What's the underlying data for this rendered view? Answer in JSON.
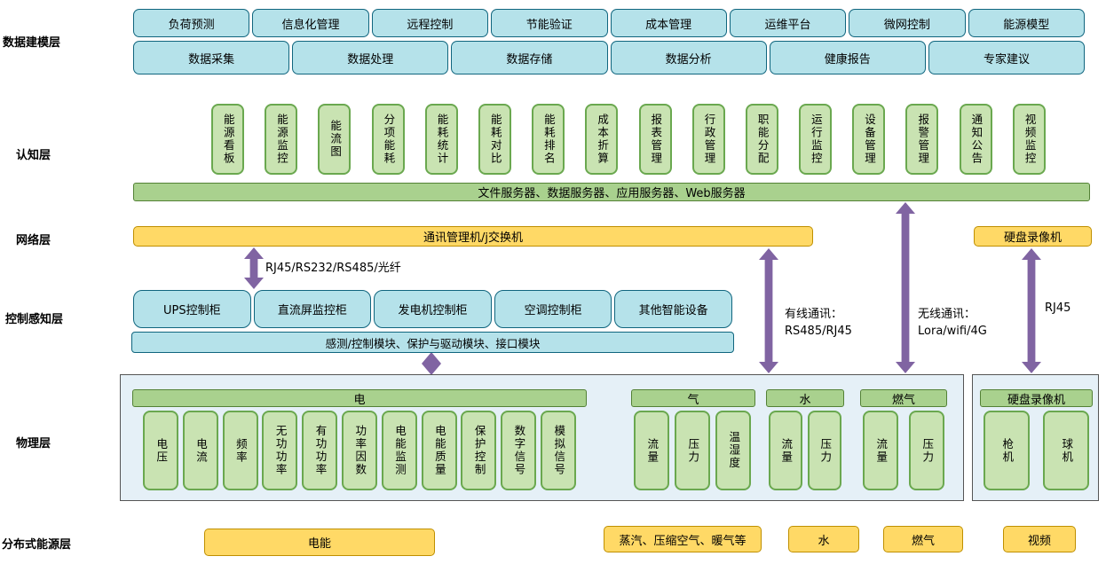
{
  "layers": {
    "modeling": {
      "label": "数据建模层",
      "row1": [
        "负荷预测",
        "信息化管理",
        "远程控制",
        "节能验证",
        "成本管理",
        "运维平台",
        "微网控制",
        "能源模型"
      ],
      "row2": [
        "数据采集",
        "数据处理",
        "数据存储",
        "数据分析",
        "健康报告",
        "专家建议"
      ]
    },
    "cognition": {
      "label": "认知层",
      "apps": [
        "能源看板",
        "能源监控",
        "能流图",
        "分项能耗",
        "能耗统计",
        "能耗对比",
        "能耗排名",
        "成本折算",
        "报表管理",
        "行政管理",
        "职能分配",
        "运行监控",
        "设备管理",
        "报警管理",
        "通知公告",
        "视频监控"
      ],
      "servers_bar": "文件服务器、数据服务器、应用服务器、Web服务器"
    },
    "network": {
      "label": "网络层",
      "gateway_bar": "通讯管理机/j交换机",
      "dvr": "硬盘录像机"
    },
    "control": {
      "label": "控制感知层",
      "cabinets": [
        "UPS控制柜",
        "直流屏监控柜",
        "发电机控制柜",
        "空调控制柜",
        "其他智能设备"
      ],
      "modules_bar": "感测/控制模块、保护与驱动模块、接口模块"
    },
    "physical": {
      "label": "物理层",
      "groups": [
        {
          "header": "电",
          "items": [
            "电压",
            "电流",
            "频率",
            "无功功率",
            "有功功率",
            "功率因数",
            "电能监测",
            "电能质量",
            "保护控制",
            "数字信号",
            "模拟信号"
          ]
        },
        {
          "header": "气",
          "items": [
            "流量",
            "压力",
            "温湿度"
          ]
        },
        {
          "header": "水",
          "items": [
            "流量",
            "压力"
          ]
        },
        {
          "header": "燃气",
          "items": [
            "流量",
            "压力"
          ]
        },
        {
          "header": "硬盘录像机",
          "items": [
            "枪机",
            "球机"
          ]
        }
      ]
    },
    "energy": {
      "label": "分布式能源层",
      "items": [
        "电能",
        "蒸汽、压缩空气、暖气等",
        "水",
        "燃气",
        "视频"
      ]
    }
  },
  "connections": {
    "fiber": "RJ45/RS232/RS485/光纤",
    "wired_title": "有线通讯：",
    "wired_value": "RS485/RJ45",
    "wireless_title": "无线通讯：",
    "wireless_value": "Lora/wifi/4G",
    "rj45": "RJ45"
  },
  "colors": {
    "cyan_fill": "#b5e2ea",
    "cyan_border": "#10657e",
    "green_box_fill": "#c9e3b2",
    "green_border": "#6aa84f",
    "green_bar_fill": "#a9d18e",
    "yellow_fill": "#ffd966",
    "yellow_border": "#bf8f00",
    "arrow_purple": "#8064a2",
    "container_fill": "#e5f0f7"
  }
}
